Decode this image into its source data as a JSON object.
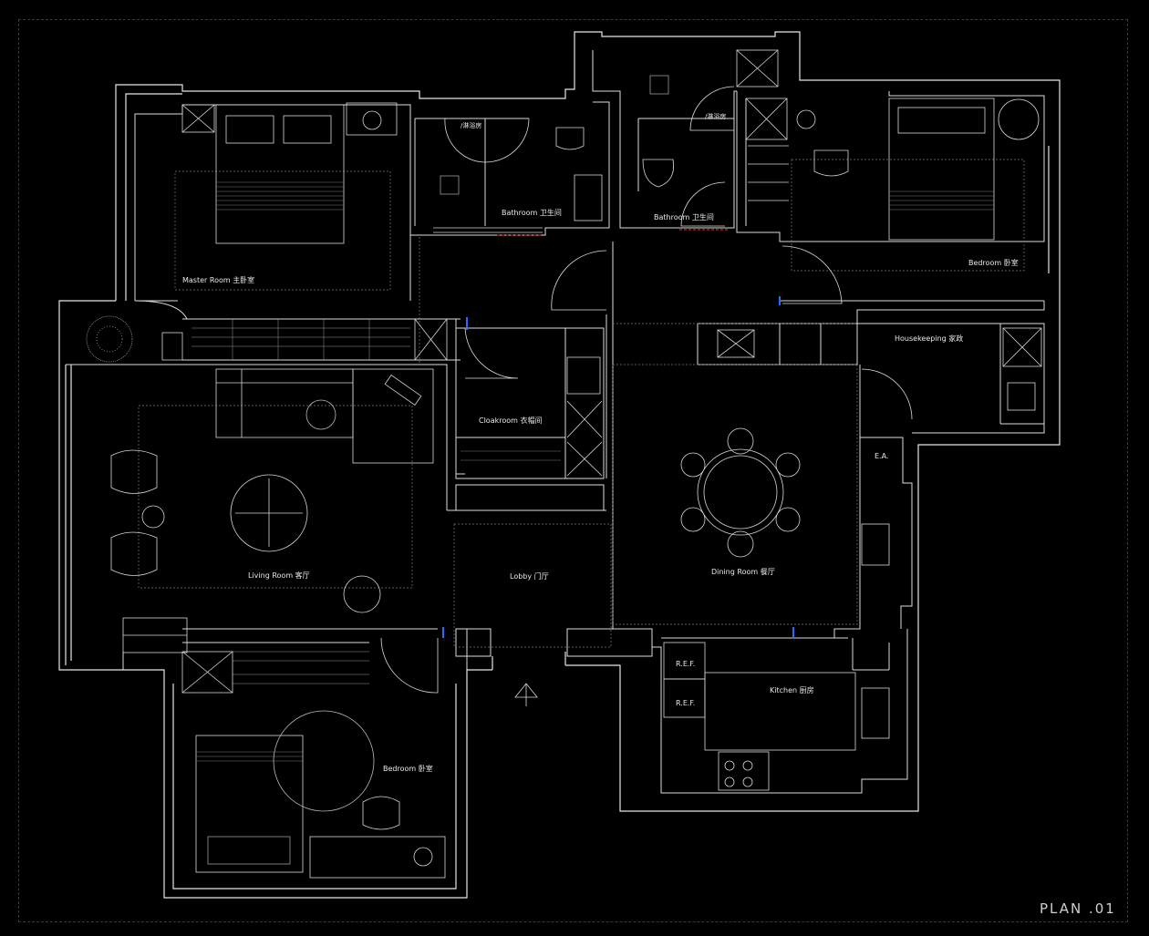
{
  "drawing": {
    "title": "PLAN .01",
    "rooms": [
      {
        "key": "master",
        "label": "Master Room 主卧室"
      },
      {
        "key": "bath1",
        "label": "Bathroom 卫生间"
      },
      {
        "key": "bath2",
        "label": "Bathroom 卫生间"
      },
      {
        "key": "bed_ne",
        "label": "Bedroom 卧室"
      },
      {
        "key": "housekeeping",
        "label": "Housekeeping 家政"
      },
      {
        "key": "cloakroom",
        "label": "Cloakroom 衣帽间"
      },
      {
        "key": "living",
        "label": "Living Room 客厅"
      },
      {
        "key": "lobby",
        "label": "Lobby 门厅"
      },
      {
        "key": "dining",
        "label": "Dining Room 餐厅"
      },
      {
        "key": "kitchen",
        "label": "Kitchen 厨房"
      },
      {
        "key": "bed_sw",
        "label": "Bedroom 卧室"
      }
    ],
    "annotations": {
      "ref1": "R.E.F.",
      "ref2": "R.E.F.",
      "ea": "E.A.",
      "bath1_zone": "/淋浴房",
      "bath2_zone": "/淋浴房"
    },
    "colors": {
      "line": "#e6e6e6",
      "dim": "#7a7a7a",
      "accent": "#2a6bff",
      "red": "#ff3030",
      "bg": "#000000"
    }
  }
}
